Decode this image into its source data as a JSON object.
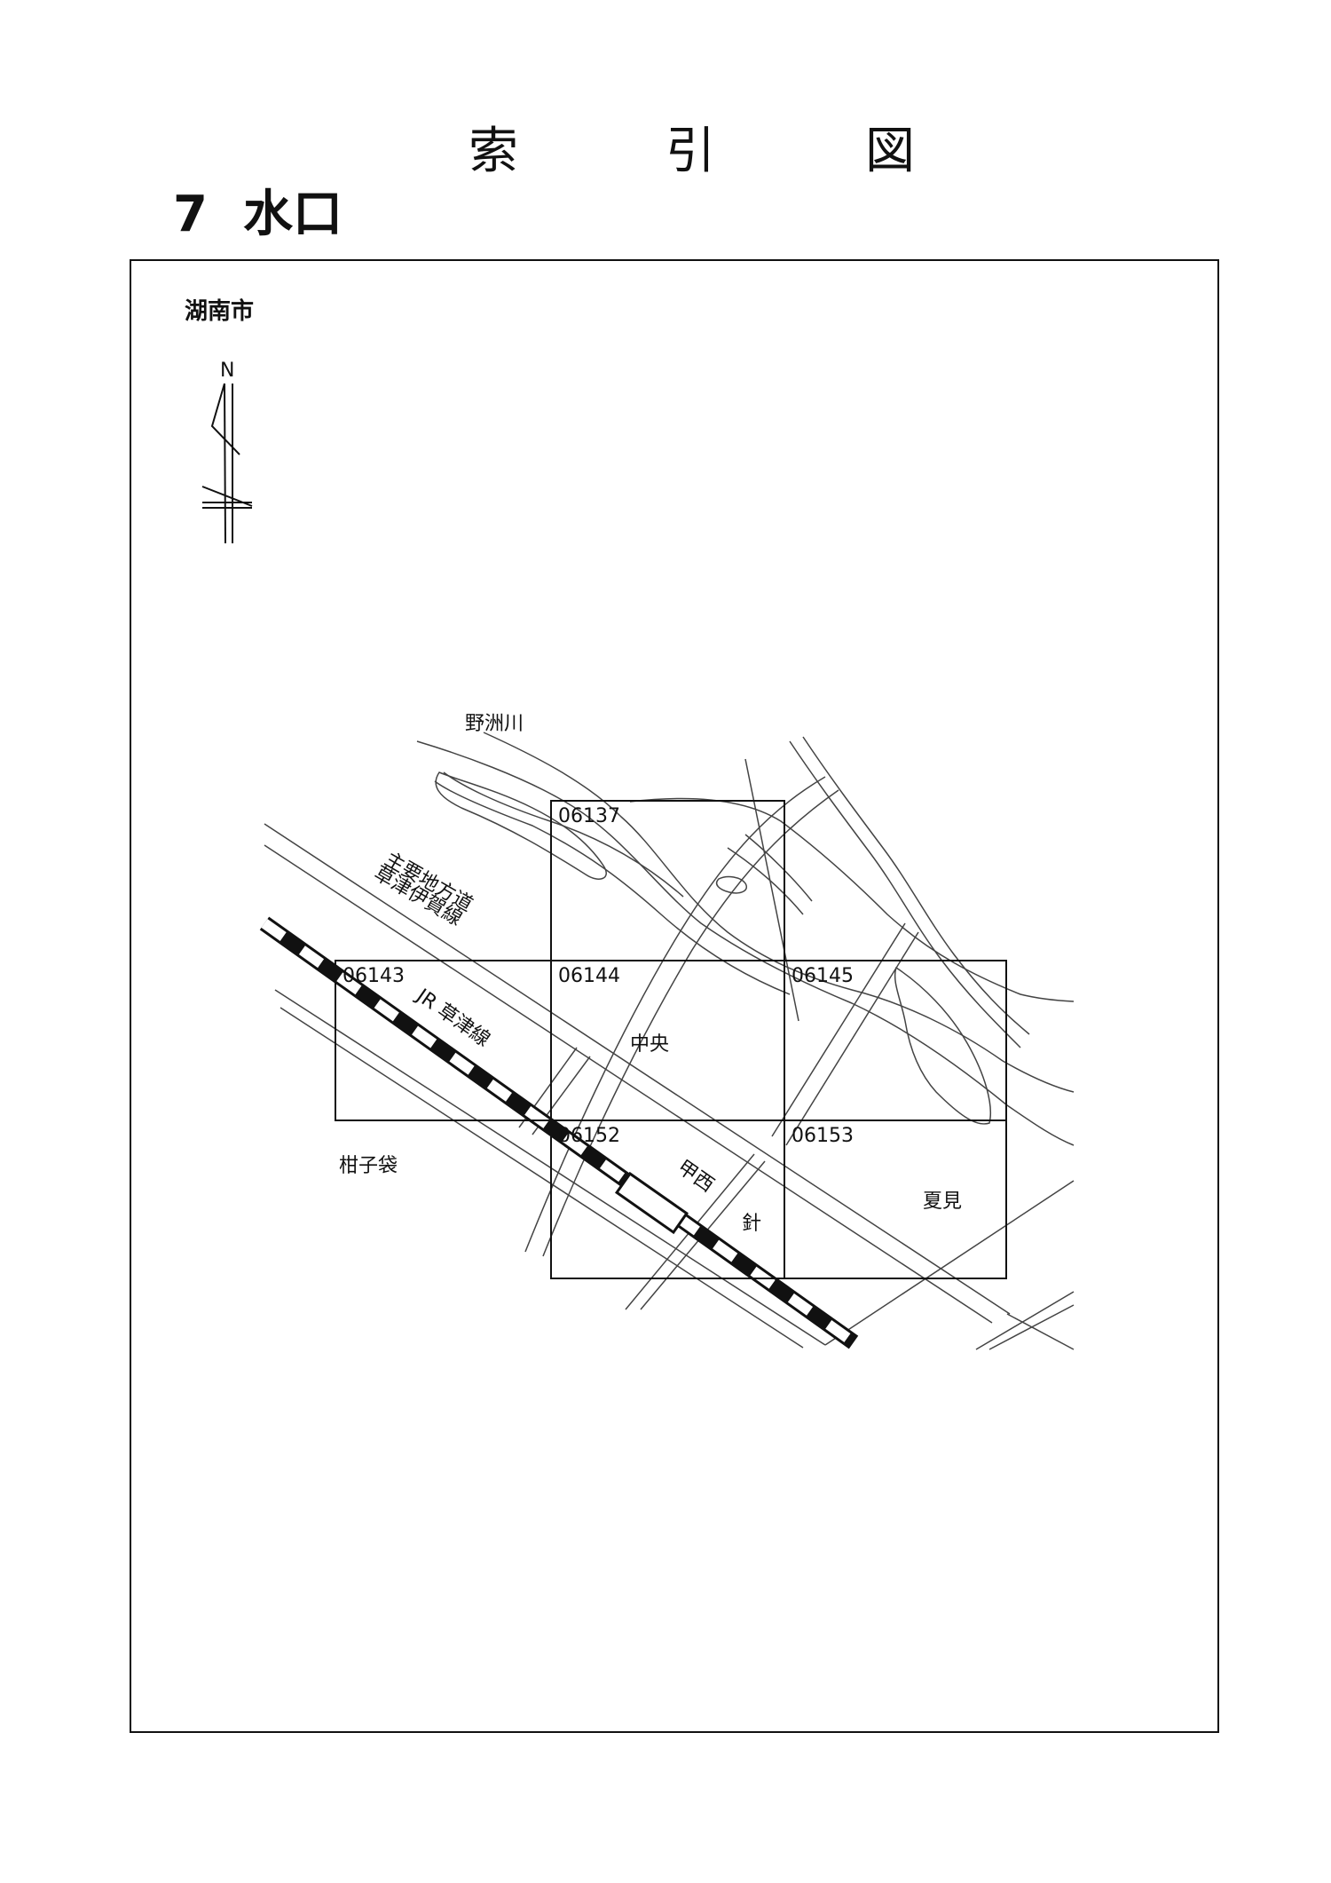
{
  "page": {
    "title_chars": [
      "索",
      "引",
      "図"
    ],
    "section_number": "7",
    "section_name": "水口",
    "city": "湖南市"
  },
  "compass": {
    "north_label": "N"
  },
  "map": {
    "river_label": "野洲川",
    "road_label_line1": "主要地方道",
    "road_label_line2": "草津伊賀線",
    "railway_label": "JR 草津線",
    "station_label": "甲西",
    "places": [
      "中央",
      "柑子袋",
      "針",
      "夏見"
    ]
  },
  "sheets": [
    {
      "id": "06137"
    },
    {
      "id": "06143"
    },
    {
      "id": "06144"
    },
    {
      "id": "06145"
    },
    {
      "id": "06152"
    },
    {
      "id": "06153"
    }
  ]
}
